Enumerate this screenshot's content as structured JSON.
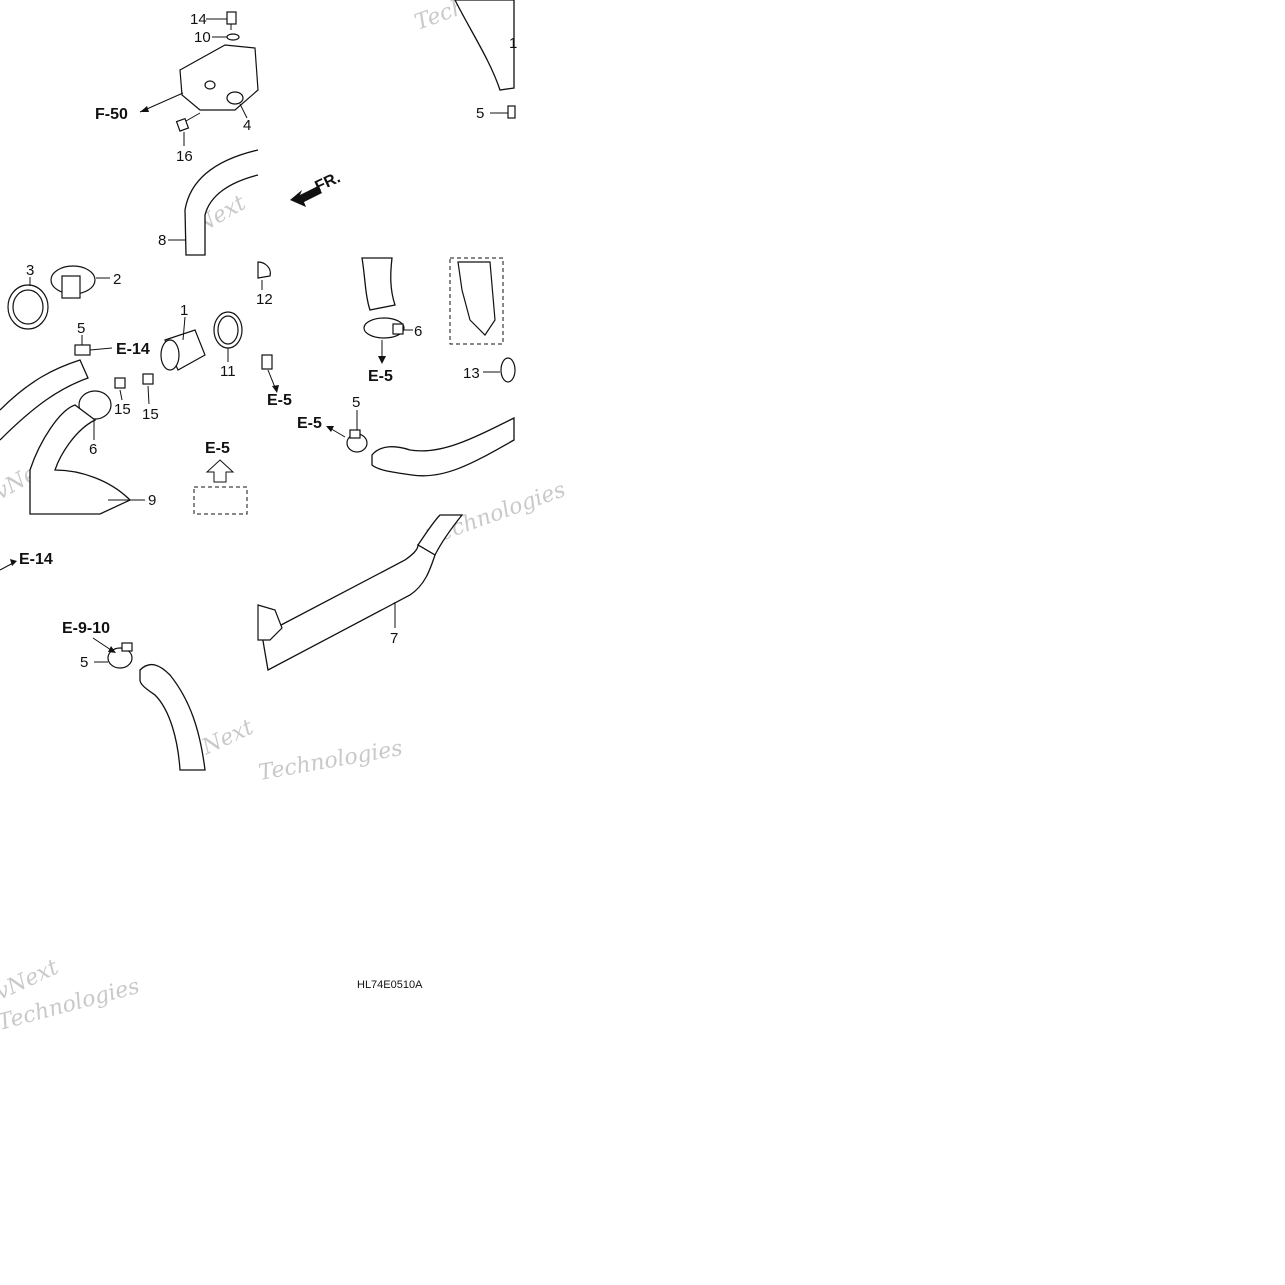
{
  "diagram": {
    "drawing_code": "HL74E0510A",
    "front_indicator": "FR.",
    "watermark_lines": [
      "vNext",
      "Technologies"
    ],
    "part_labels": {
      "p1": "1",
      "p2": "2",
      "p3": "3",
      "p4": "4",
      "p5a": "5",
      "p5b": "5",
      "p5c": "5",
      "p5d": "5",
      "p6a": "6",
      "p6b": "6",
      "p7": "7",
      "p8": "8",
      "p9": "9",
      "p10": "10",
      "p11": "11",
      "p12": "12",
      "p13": "13",
      "p14": "14",
      "p15a": "15",
      "p15b": "15",
      "p16": "16",
      "p1top": "1"
    },
    "references": {
      "f50": "F-50",
      "e14a": "E-14",
      "e14b": "E-14",
      "e5a": "E-5",
      "e5b": "E-5",
      "e5c": "E-5",
      "e5d": "E-5",
      "e910": "E-9-10"
    }
  }
}
